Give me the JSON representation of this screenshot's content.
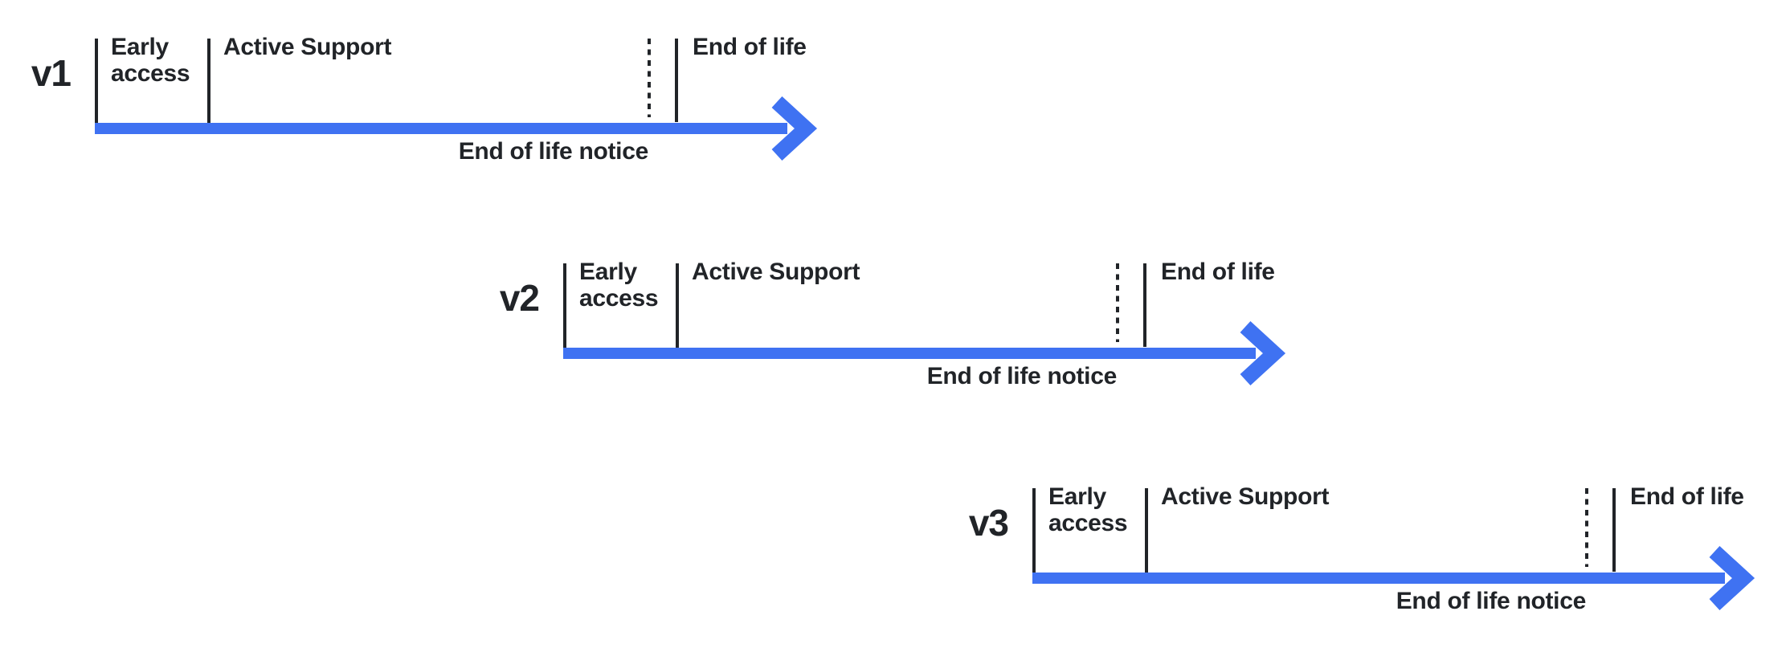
{
  "diagram": {
    "colors": {
      "background": "#ffffff",
      "arrow": "#3F72F2",
      "ink": "#212428"
    },
    "rows": [
      {
        "version": "v1",
        "phases": {
          "early_access": "Early access",
          "active_support": "Active Support",
          "end_of_life": "End of life"
        },
        "notice": "End of life notice"
      },
      {
        "version": "v2",
        "phases": {
          "early_access": "Early access",
          "active_support": "Active Support",
          "end_of_life": "End of life"
        },
        "notice": "End of life notice"
      },
      {
        "version": "v3",
        "phases": {
          "early_access": "Early access",
          "active_support": "Active Support",
          "end_of_life": "End of life"
        },
        "notice": "End of life notice"
      }
    ]
  }
}
